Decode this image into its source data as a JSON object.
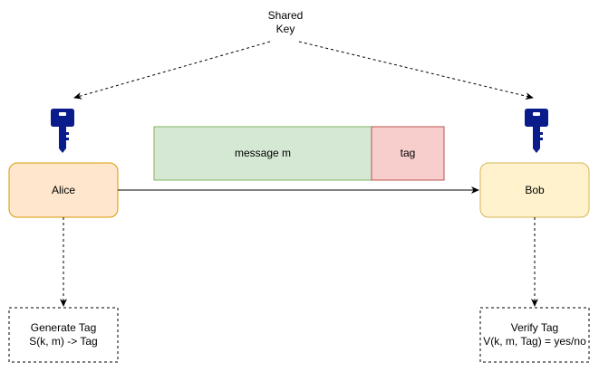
{
  "shared_key": {
    "line1": "Shared",
    "line2": "Key",
    "icon": "key-icon"
  },
  "alice": {
    "label": "Alice",
    "fill": "#ffe6cc",
    "stroke": "#d79b00"
  },
  "bob": {
    "label": "Bob",
    "fill": "#fff2cc",
    "stroke": "#d6b656"
  },
  "message": {
    "label": "message m",
    "fill": "#d5e8d4",
    "stroke": "#82b366"
  },
  "tag": {
    "label": "tag",
    "fill": "#f8cecc",
    "stroke": "#b85450"
  },
  "generate_tag": {
    "line1": "Generate Tag",
    "line2": "S(k, m) -> Tag"
  },
  "verify_tag": {
    "line1": "Verify Tag",
    "line2": "V(k, m, Tag) = yes/no"
  },
  "key_color": "#0a1c8c"
}
